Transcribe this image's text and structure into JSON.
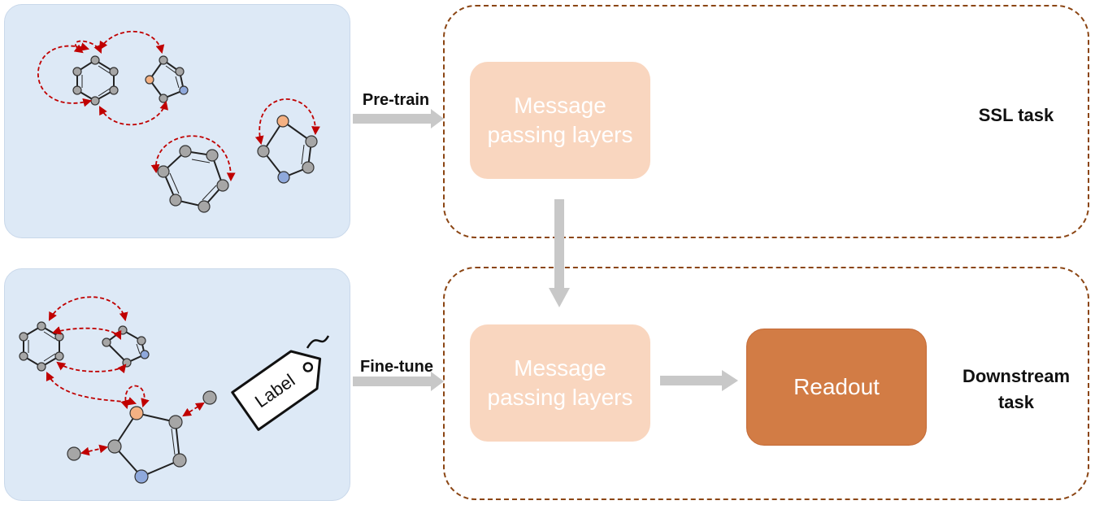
{
  "pretrain": {
    "arrow_label": "Pre-train",
    "layer_line1": "Message",
    "layer_line2": "passing layers",
    "task_label": "SSL task"
  },
  "finetune": {
    "arrow_label": "Fine-tune",
    "layer_line1": "Message",
    "layer_line2": "passing layers",
    "readout_label": "Readout",
    "task_line1": "Downstream",
    "task_line2": "task",
    "tag_text": "Label"
  },
  "colors": {
    "panel_bg": "#dde9f6",
    "dashed_border": "#8b4513",
    "layer_fill": "#f9d6bf",
    "readout_fill": "#d27c45",
    "arrow": "#c8c8c8",
    "atom_gray": "#a6a6a6",
    "atom_orange": "#f4b183",
    "atom_blue": "#8fa9dc",
    "relation_arrow": "#c00000"
  }
}
